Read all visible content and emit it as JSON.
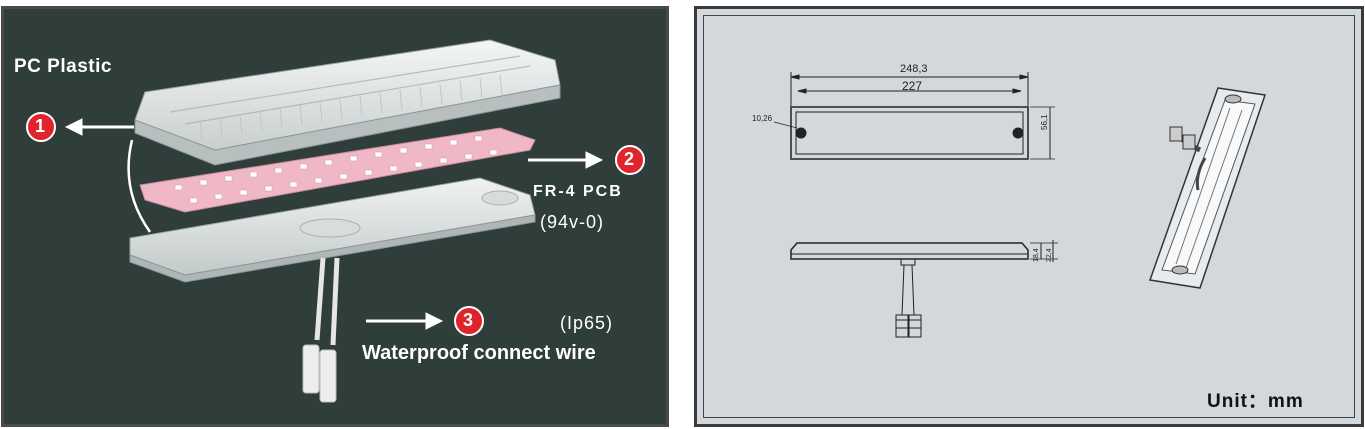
{
  "left": {
    "plastic_label": "PC Plastic",
    "pcb_label": "FR-4 PCB",
    "pcb_grade": "(94v-0)",
    "ip_rating": "(Ip65)",
    "wire_label": "Waterproof connect wire",
    "callouts": [
      "1",
      "2",
      "3"
    ],
    "colors": {
      "background": "#2f3d3b",
      "callout": "#e0242b",
      "pcb": "#f0b8c6"
    }
  },
  "right": {
    "dim_overall": "248,3",
    "dim_pitch": "227",
    "dim_hole": "10,26",
    "dim_height": "56,1",
    "dim_thickness_1": "18,4",
    "dim_thickness_2": "22,4",
    "unit_label": "Unit：mm",
    "colors": {
      "background": "#d3d8dc"
    }
  }
}
